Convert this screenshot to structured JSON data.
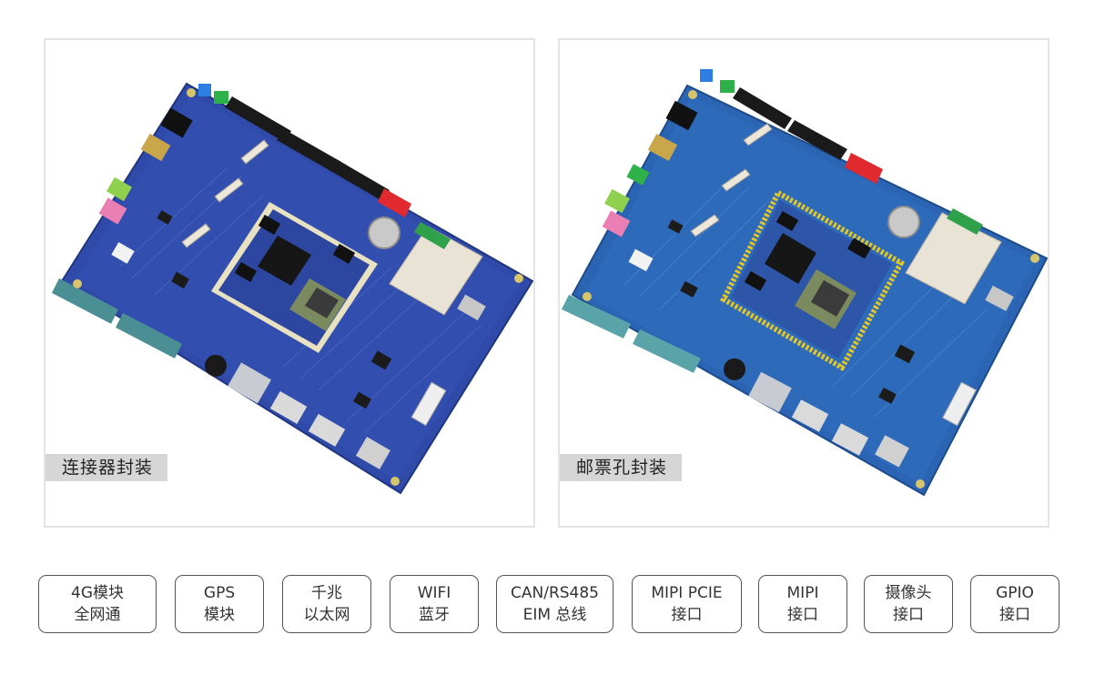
{
  "panels": [
    {
      "caption": "连接器封装",
      "module_style": "connector"
    },
    {
      "caption": "邮票孔封装",
      "module_style": "stamp-hole"
    }
  ],
  "features": [
    {
      "line1": "4G模块",
      "line2": "全网通"
    },
    {
      "line1": "GPS",
      "line2": "模块"
    },
    {
      "line1": "千兆",
      "line2": "以太网"
    },
    {
      "line1": "WIFI",
      "line2": "蓝牙"
    },
    {
      "line1": "CAN/RS485",
      "line2": "EIM 总线"
    },
    {
      "line1": "MIPI PCIE",
      "line2": "接口"
    },
    {
      "line1": "MIPI",
      "line2": "接口"
    },
    {
      "line1": "摄像头",
      "line2": "接口"
    },
    {
      "line1": "GPIO",
      "line2": "接口"
    }
  ],
  "colors": {
    "pcb_left": "#2f4aa8",
    "pcb_right": "#2a64b3",
    "som_border": "#e9e2c2",
    "stamp_border": "#e0c52b",
    "caption_bg": "#d6d6d6"
  }
}
